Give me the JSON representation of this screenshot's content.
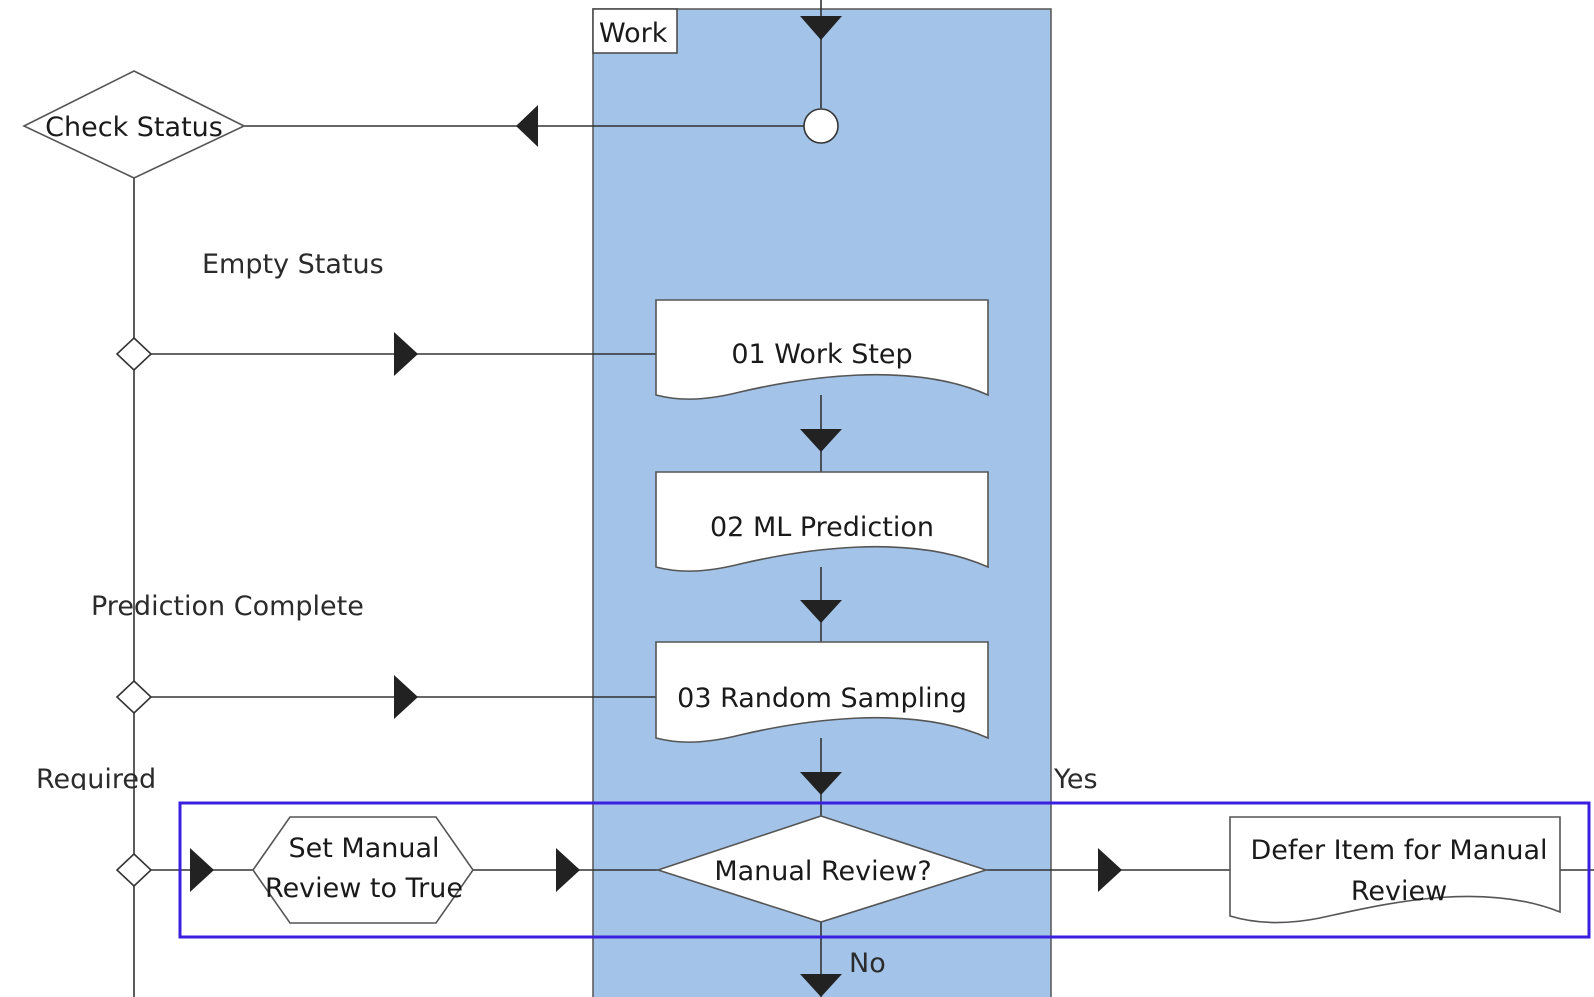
{
  "diagram": {
    "lane": {
      "title": "Work",
      "fill_color": "#a3c4e8"
    },
    "nodes": {
      "check_status": "Check Status",
      "work_step": "01 Work Step",
      "ml_prediction": "02 ML Prediction",
      "random_sampling": "03 Random Sampling",
      "set_manual_review": {
        "line1": "Set Manual",
        "line2": "Review to True"
      },
      "manual_review_decision": "Manual Review?",
      "defer_item": {
        "line1": "Defer Item for Manual",
        "line2": "Review"
      }
    },
    "edge_labels": {
      "empty_status": "Empty Status",
      "prediction_complete": "Prediction Complete",
      "required": "Required",
      "yes": "Yes",
      "no": "No"
    },
    "highlight_color": "#3a1fe0",
    "line_color": "#333333"
  }
}
